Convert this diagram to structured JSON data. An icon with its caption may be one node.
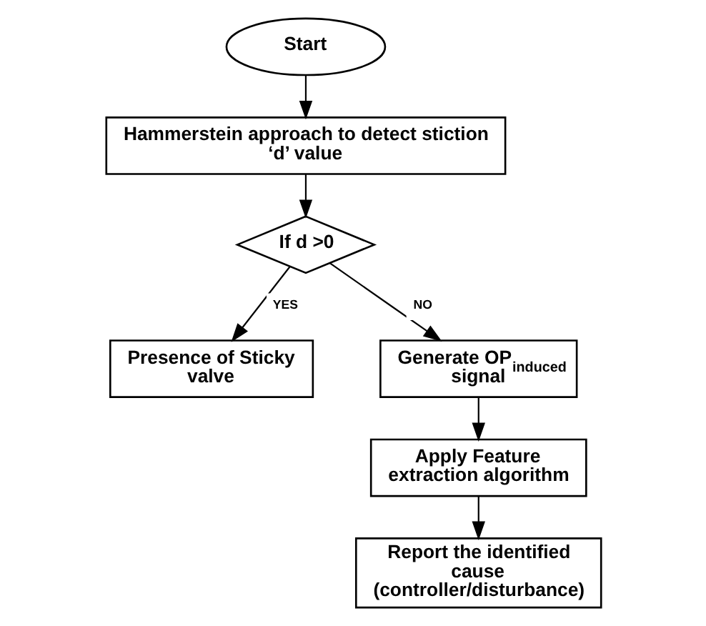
{
  "diagram": {
    "nodes": [
      {
        "text": [
          "Start"
        ]
      },
      {
        "text": [
          "Hammerstein approach to detect stiction ‘d’ value"
        ]
      },
      {
        "text": [
          "If d >0"
        ]
      },
      {
        "text": [
          "Presence of Sticky valve"
        ]
      },
      {
        "text": [
          "Generate OP$_{induced}$ signal"
        ]
      },
      {
        "text": [
          "Apply Feature extraction algorithm"
        ]
      },
      {
        "text": [
          "Report the identified cause (controller/disturbance)"
        ]
      }
    ],
    "edges": [
      {
        "from": 0,
        "to": 1,
        "arrow": "to"
      },
      {
        "from": 1,
        "to": 2,
        "arrow": "to"
      },
      {
        "from": 2,
        "to": 3,
        "arrow": "to",
        "label": "YES"
      },
      {
        "from": 2,
        "to": 4,
        "arrow": "to",
        "label": "NO"
      },
      {
        "from": 4,
        "to": 5,
        "arrow": "to"
      },
      {
        "from": 5,
        "to": 6,
        "arrow": "to"
      }
    ]
  }
}
